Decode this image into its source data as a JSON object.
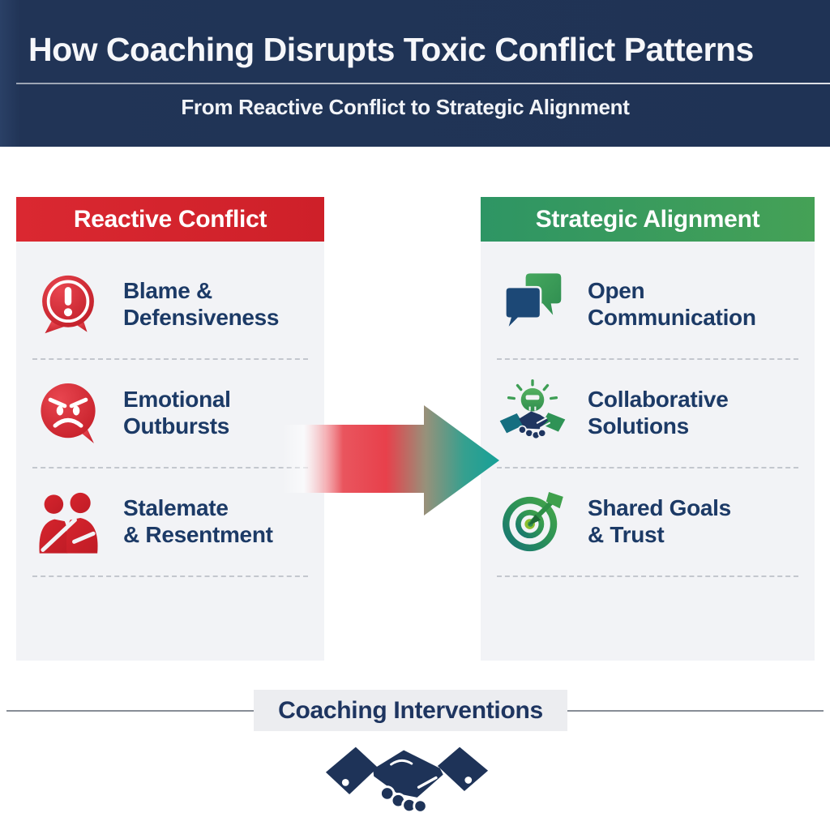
{
  "header": {
    "title": "How Coaching Disrupts Toxic Conflict Patterns",
    "subtitle": "From Reactive Conflict to Strategic Alignment"
  },
  "left_panel": {
    "title": "Reactive Conflict",
    "accent_color": "#d5242d",
    "items": [
      {
        "icon": "alert-speech-bubble-icon",
        "line1": "Blame &",
        "line2": "Defensiveness"
      },
      {
        "icon": "angry-face-bubble-icon",
        "line1": "Emotional",
        "line2": "Outbursts"
      },
      {
        "icon": "back-to-back-people-icon",
        "line1": "Stalemate",
        "line2": "& Resentment"
      }
    ]
  },
  "right_panel": {
    "title": "Strategic Alignment",
    "accent_color": "#35985c",
    "items": [
      {
        "icon": "chat-bubbles-icon",
        "line1": "Open",
        "line2": "Communication"
      },
      {
        "icon": "lightbulb-handshake-icon",
        "line1": "Collaborative",
        "line2": "Solutions"
      },
      {
        "icon": "target-dart-icon",
        "line1": "Shared Goals",
        "line2": "& Trust"
      }
    ]
  },
  "arrow": {
    "icon": "gradient-flow-arrow",
    "from_color": "#e8404b",
    "to_color": "#16a098"
  },
  "footer": {
    "label": "Coaching Interventions",
    "icon": "handshake-icon"
  },
  "colors": {
    "header_bg": "#1f3355",
    "panel_bg": "#f2f3f6",
    "item_text": "#1c3a66",
    "footer_text": "#1e3560"
  }
}
